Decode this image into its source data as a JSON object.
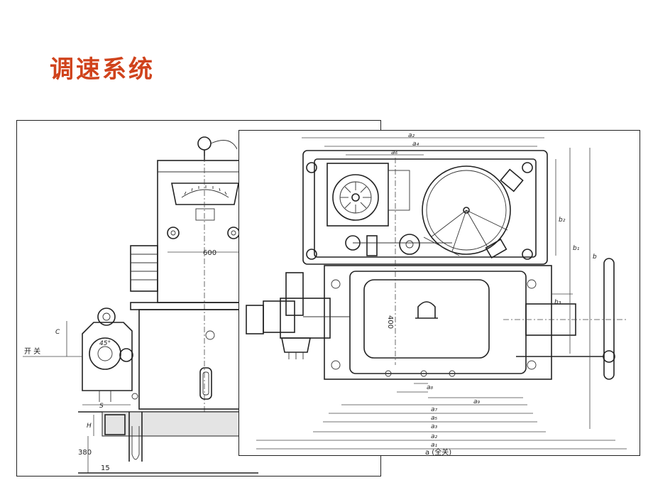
{
  "slide": {
    "title": "调速系统"
  },
  "left_drawing": {
    "switch_label": "开 关",
    "dim_width": "600",
    "dim_height": "380",
    "dim_small": "15",
    "angle_label": "45°",
    "letter_c": "C",
    "letter_h": "H",
    "letter_s": "S"
  },
  "right_drawing": {
    "a_labels": [
      "a",
      "a₁",
      "a₂",
      "a₃",
      "a₅",
      "a₇",
      "a₈",
      "a₉",
      "a₆",
      "a₄",
      "a₂"
    ],
    "a_full_label": "a (全关)",
    "b_labels": [
      "b",
      "b₁",
      "b₂",
      "b₃"
    ],
    "motor_dim": "400"
  }
}
